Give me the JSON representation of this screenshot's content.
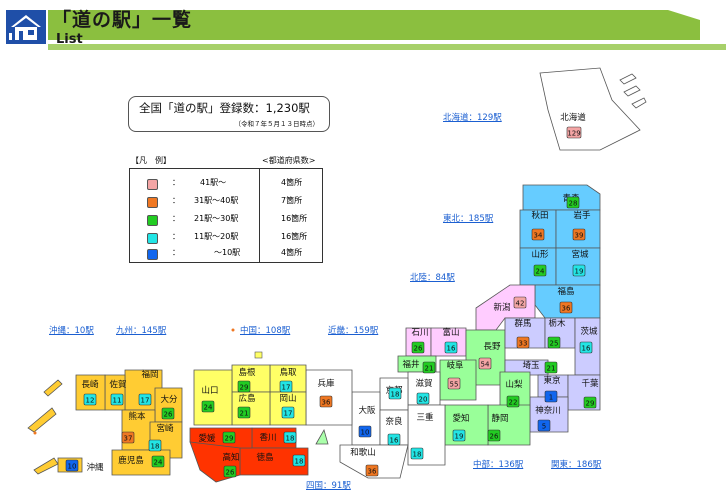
{
  "header": {
    "title": "「道の駅」一覧",
    "subtitle": "List"
  },
  "summary": {
    "total": "全国「道の駅」登録数：1,230駅",
    "as_of": "（令和７年５月１３日時点）"
  },
  "legend": {
    "heading": "【凡　例】",
    "count_heading": "<都道府県数>",
    "colon": "：",
    "rows": [
      {
        "range": "41駅～",
        "count": "4箇所",
        "color": "#f4a5a5"
      },
      {
        "range": "31駅～40駅",
        "count": "7箇所",
        "color": "#ef7722"
      },
      {
        "range": "21駅～30駅",
        "count": "16箇所",
        "color": "#22cc22"
      },
      {
        "range": "11駅～20駅",
        "count": "16箇所",
        "color": "#22e5e5"
      },
      {
        "range": "～10駅",
        "count": "4箇所",
        "color": "#1166ee"
      }
    ]
  },
  "regions": [
    {
      "label": "北海道：129駅",
      "color": "#ffffff"
    },
    {
      "label": "東北：185駅",
      "color": "#66ccff"
    },
    {
      "label": "北陸：84駅",
      "color": "#ffccff"
    },
    {
      "label": "関東：186駅",
      "color": "#ccccff"
    },
    {
      "label": "中部：136駅",
      "color": "#99ff99"
    },
    {
      "label": "近畿：159駅",
      "color": "#ffffff"
    },
    {
      "label": "中国：108駅",
      "color": "#ffff66"
    },
    {
      "label": "四国：91駅",
      "color": "#ff3300"
    },
    {
      "label": "九州：145駅",
      "color": "#ffcc33"
    },
    {
      "label": "沖縄：10駅",
      "color": "#ffcc33"
    }
  ],
  "prefectures": [
    {
      "name": "北海道",
      "count": "129"
    },
    {
      "name": "青森",
      "count": "28"
    },
    {
      "name": "秋田",
      "count": "34"
    },
    {
      "name": "岩手",
      "count": "39"
    },
    {
      "name": "山形",
      "count": "24"
    },
    {
      "name": "宮城",
      "count": "19"
    },
    {
      "name": "福島",
      "count": "36"
    },
    {
      "name": "新潟",
      "count": "42"
    },
    {
      "name": "石川",
      "count": "26"
    },
    {
      "name": "富山",
      "count": "16"
    },
    {
      "name": "福井",
      "count": "21"
    },
    {
      "name": "長野",
      "count": "54"
    },
    {
      "name": "群馬",
      "count": "33"
    },
    {
      "name": "栃木",
      "count": "25"
    },
    {
      "name": "茨城",
      "count": "16"
    },
    {
      "name": "埼玉",
      "count": "21"
    },
    {
      "name": "東京",
      "count": "1"
    },
    {
      "name": "千葉",
      "count": "29"
    },
    {
      "name": "神奈川",
      "count": "5"
    },
    {
      "name": "山梨",
      "count": "22"
    },
    {
      "name": "静岡",
      "count": "26"
    },
    {
      "name": "岐阜",
      "count": "55"
    },
    {
      "name": "愛知",
      "count": "19"
    },
    {
      "name": "滋賀",
      "count": "20"
    },
    {
      "name": "三重",
      "count": "18"
    },
    {
      "name": "京都",
      "count": "18"
    },
    {
      "name": "大阪",
      "count": "10"
    },
    {
      "name": "奈良",
      "count": "16"
    },
    {
      "name": "和歌山",
      "count": "36"
    },
    {
      "name": "兵庫",
      "count": "36"
    },
    {
      "name": "鳥取",
      "count": "17"
    },
    {
      "name": "島根",
      "count": "29"
    },
    {
      "name": "岡山",
      "count": "17"
    },
    {
      "name": "広島",
      "count": "21"
    },
    {
      "name": "山口",
      "count": "24"
    },
    {
      "name": "香川",
      "count": "18"
    },
    {
      "name": "徳島",
      "count": "18"
    },
    {
      "name": "愛媛",
      "count": "29"
    },
    {
      "name": "高知",
      "count": "26"
    },
    {
      "name": "福岡",
      "count": "17"
    },
    {
      "name": "佐賀",
      "count": "11"
    },
    {
      "name": "長崎",
      "count": "12"
    },
    {
      "name": "大分",
      "count": "26"
    },
    {
      "name": "熊本",
      "count": "37"
    },
    {
      "name": "宮崎",
      "count": "18"
    },
    {
      "name": "鹿児島",
      "count": "24"
    },
    {
      "name": "沖縄",
      "count": "10"
    }
  ],
  "colors": {
    "header_green": "#8bbf3f",
    "header_blue": "#1f4fa8",
    "link_blue": "#1b5fd1"
  }
}
